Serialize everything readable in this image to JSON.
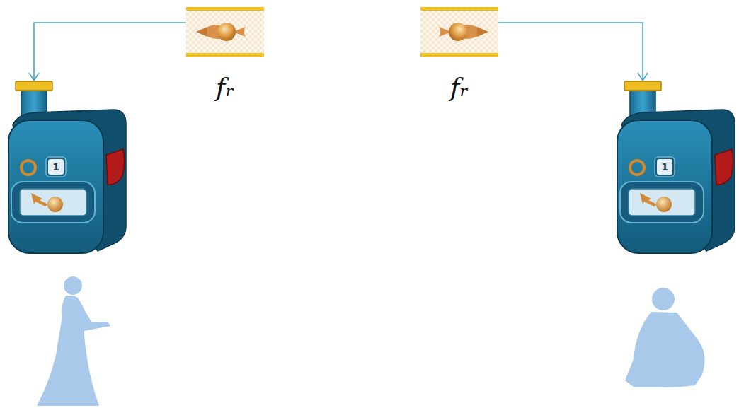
{
  "diagram": {
    "nodes": [
      {
        "text": [
          "fᵣ"
        ]
      },
      {
        "text": [
          "1"
        ]
      },
      {
        "text": [
          "fᵣ"
        ]
      },
      {
        "text": [
          "1"
        ]
      }
    ],
    "edges": [
      {
        "from": 0,
        "to": 1,
        "arrow": "to"
      },
      {
        "from": 2,
        "to": 3,
        "arrow": "to"
      }
    ]
  }
}
